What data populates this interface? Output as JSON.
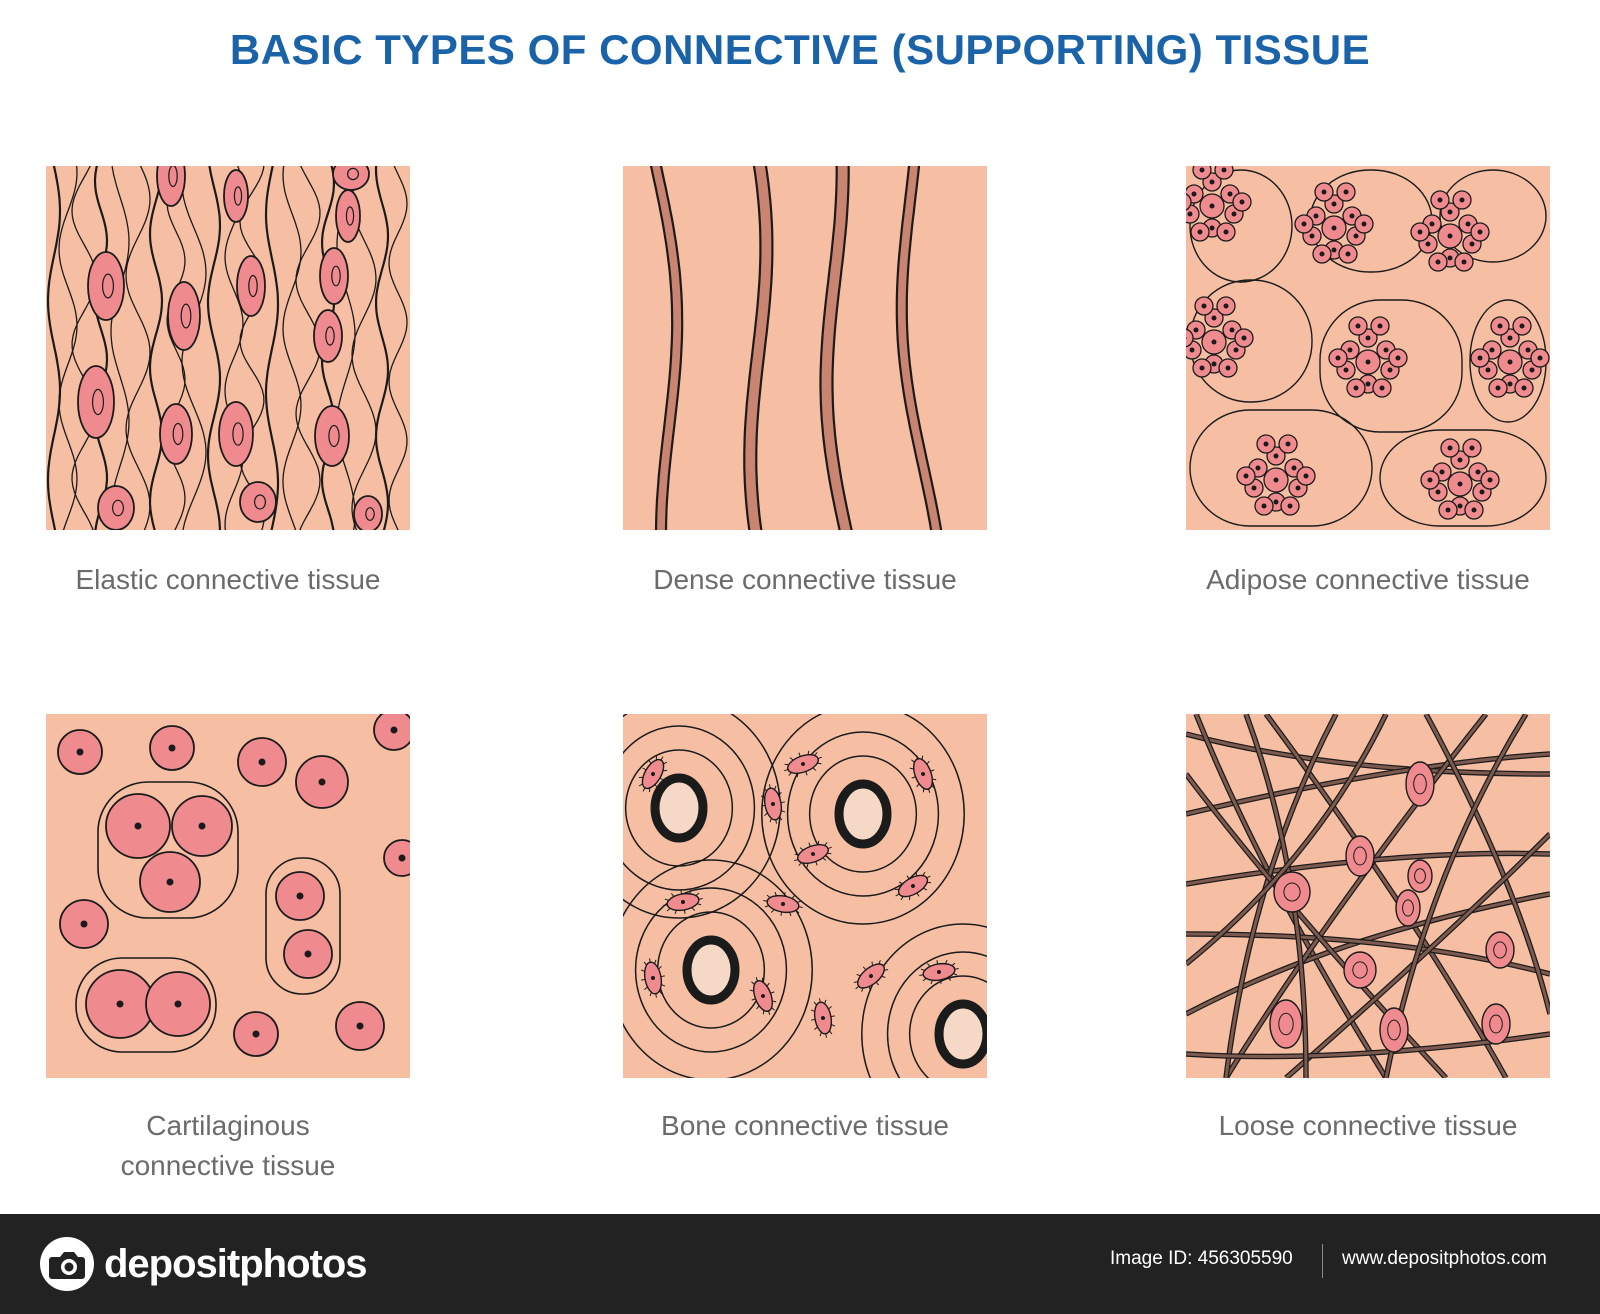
{
  "title": "BASIC TYPES OF CONNECTIVE (SUPPORTING) TISSUE",
  "panels": [
    {
      "label": "Elastic connective tissue",
      "label_lines": [
        "Elastic connective tissue"
      ]
    },
    {
      "label": "Dense connective tissue",
      "label_lines": [
        "Dense connective tissue"
      ]
    },
    {
      "label": "Adipose connective tissue",
      "label_lines": [
        "Adipose connective tissue"
      ]
    },
    {
      "label": "Cartilaginous connective tissue",
      "label_lines": [
        "Cartilaginous",
        "connective tissue"
      ]
    },
    {
      "label": "Bone connective tissue",
      "label_lines": [
        "Bone connective tissue"
      ]
    },
    {
      "label": "Loose connective tissue",
      "label_lines": [
        "Loose connective tissue"
      ]
    }
  ],
  "footer": {
    "brand": "depositphotos",
    "image_id": "Image ID: 456305590",
    "site": "www.depositphotos.com"
  },
  "colors": {
    "title": "#1a63a8",
    "label": "#6b6b6b",
    "tissue_bg": "#f6bfa4",
    "cell_fill": "#ef8b8e",
    "outline": "#1b1b1b",
    "dense_fiber": "#c98472",
    "loose_fiber": "#7d5a4f",
    "footer_bg": "#222222"
  },
  "icons": [
    "camera-icon"
  ]
}
